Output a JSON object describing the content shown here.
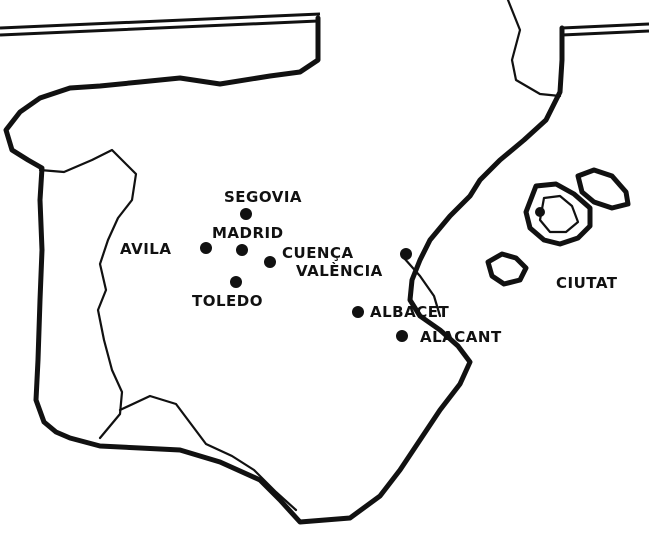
{
  "map": {
    "cities": [
      {
        "id": "segovia",
        "label": "SEGOVIA"
      },
      {
        "id": "madrid",
        "label": "MADRID"
      },
      {
        "id": "avila",
        "label": "AVILA"
      },
      {
        "id": "cuenca",
        "label": "CUENÇA"
      },
      {
        "id": "valencia",
        "label": "VALÈNCIA"
      },
      {
        "id": "toledo",
        "label": "TOLEDO"
      },
      {
        "id": "albacet",
        "label": "ALBACET"
      },
      {
        "id": "alacant",
        "label": "ALACANT"
      },
      {
        "id": "ciutat",
        "label": "CIUTAT"
      }
    ]
  }
}
